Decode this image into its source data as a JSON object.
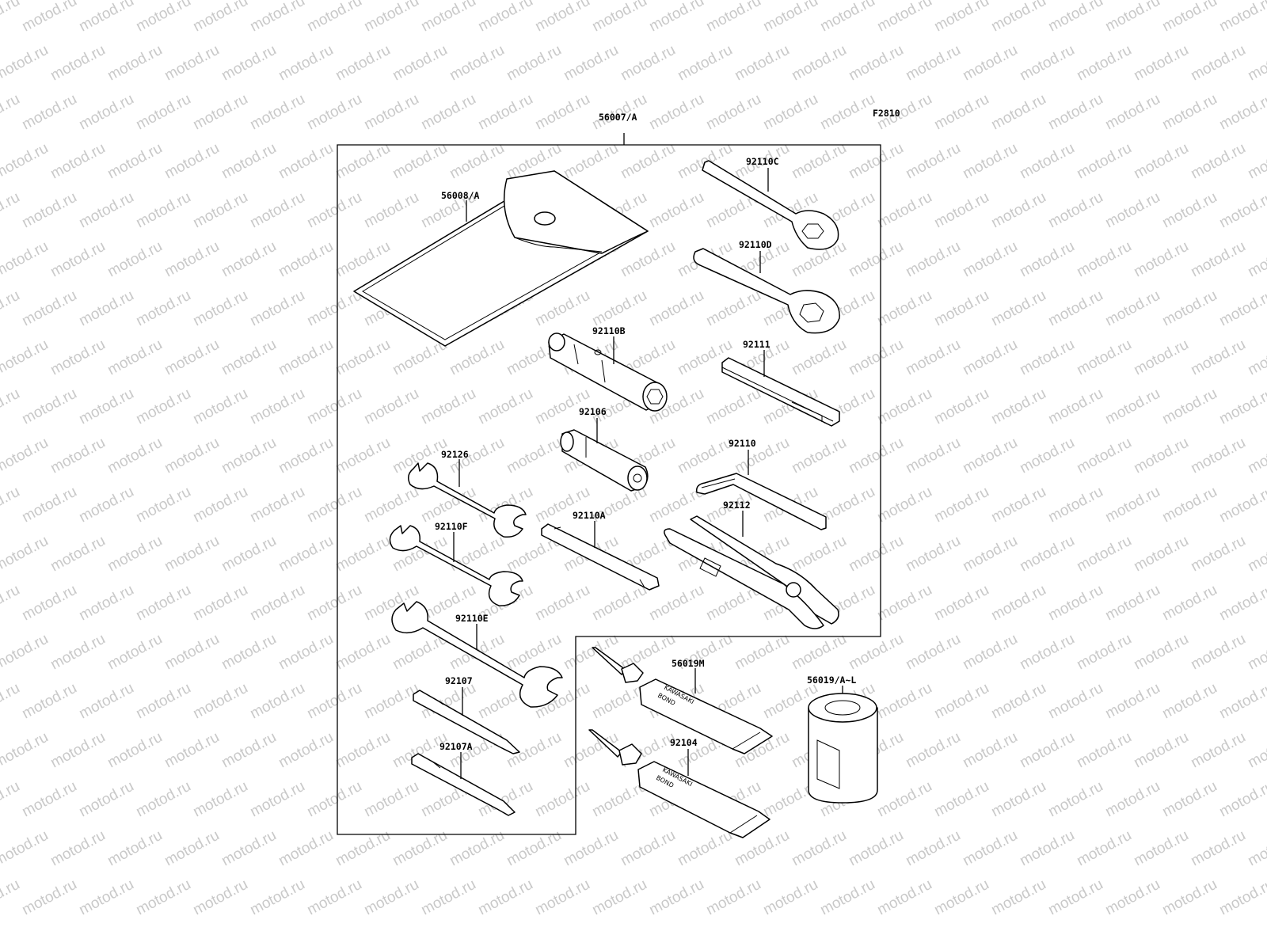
{
  "figure_code": "F2810",
  "watermark": "motod.ru",
  "tube_brand": "KAWASAKI",
  "tube_product": "BOND",
  "parts": [
    {
      "id": "kit",
      "label": "56007/A"
    },
    {
      "id": "pouch",
      "label": "56008/A"
    },
    {
      "id": "w92110c",
      "label": "92110C"
    },
    {
      "id": "w92110d",
      "label": "92110D"
    },
    {
      "id": "s92110b",
      "label": "92110B"
    },
    {
      "id": "b92111",
      "label": "92111"
    },
    {
      "id": "s92106",
      "label": "92106"
    },
    {
      "id": "h92110",
      "label": "92110"
    },
    {
      "id": "w92126",
      "label": "92126"
    },
    {
      "id": "w92110f",
      "label": "92110F"
    },
    {
      "id": "t92110a",
      "label": "92110A"
    },
    {
      "id": "p92112",
      "label": "92112"
    },
    {
      "id": "w92110e",
      "label": "92110E"
    },
    {
      "id": "d92107",
      "label": "92107"
    },
    {
      "id": "d92107a",
      "label": "92107A"
    },
    {
      "id": "b56019m",
      "label": "56019M"
    },
    {
      "id": "b92104",
      "label": "92104"
    },
    {
      "id": "c56019",
      "label": "56019/A~L"
    }
  ]
}
